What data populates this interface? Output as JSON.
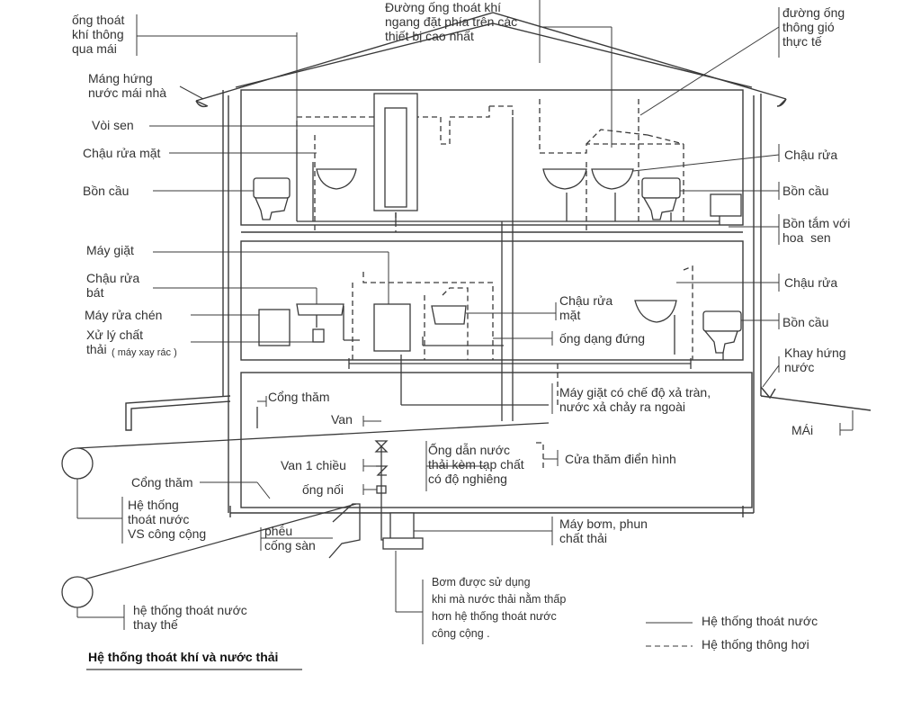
{
  "labels": {
    "vent_roof": "ống thoát\nkhí thông\nqua mái",
    "gutter": "Máng hứng\nnước mái nhà",
    "shower": "Vòi sen",
    "washbasin_left": "Chậu rửa mặt",
    "toilet_left": "Bồn cầu",
    "washing_machine": "Máy giặt",
    "dish_sink": "Chậu rửa\nbát",
    "dishwasher": "Máy rửa chén",
    "garbage_disposal": "Xử lý chất\nthải",
    "garbage_disposal_note": "( máy xay rác )",
    "horizontal_vent": "Đường ống thoát khí\nngang đặt phía trên các\nthiết bị cao nhất",
    "actual_vent": "đường ống\nthông gió\nthực tế",
    "sink_right_top": "Chậu rửa",
    "toilet_right_top": "Bồn cầu",
    "bathtub": "Bồn tắm với\nhoa  sen",
    "sink_right_mid": "Chậu rửa",
    "toilet_right_mid": "Bồn cầu",
    "washbasin_mid": "Chậu rửa\nmặt",
    "vertical_pipe": "ống dạng đứng",
    "drip_tray": "Khay hứng\nnước",
    "roof": "MÁi",
    "cleanout_top": "Cổng thăm",
    "valve": "Van",
    "check_valve": "Van 1 chiều",
    "coupling": "ống nối",
    "cleanout_left": "Cổng thăm",
    "public_sewer": "Hệ thống\nthoát nước\nVS công cộng",
    "floor_drain": "phễu\ncống sàn",
    "alt_sewer": "hệ thống thoát nước\nthay thế",
    "washer_overflow": "Máy giặt có chế độ xả tràn,\nnước xả chảy ra ngoài",
    "waste_pipe": "Ống dẫn nước\nthải kèm tạp chất\ncó độ nghiêng",
    "typical_cleanout": "Cửa thăm điển hình",
    "sump_pump": "Máy bơm, phun\nchất thải",
    "pump_note": "Bơm được sử dụng\nkhi mà nước thải nằm thấp\nhơn hệ thống thoát nước\ncông cộng .",
    "legend_drain": "Hệ thống thoát nước",
    "legend_vent": "Hệ thống thông hơi",
    "title": "Hệ thống thoát khí và nước thải"
  },
  "colors": {
    "line": "#3a3a3a",
    "text": "#333333"
  }
}
